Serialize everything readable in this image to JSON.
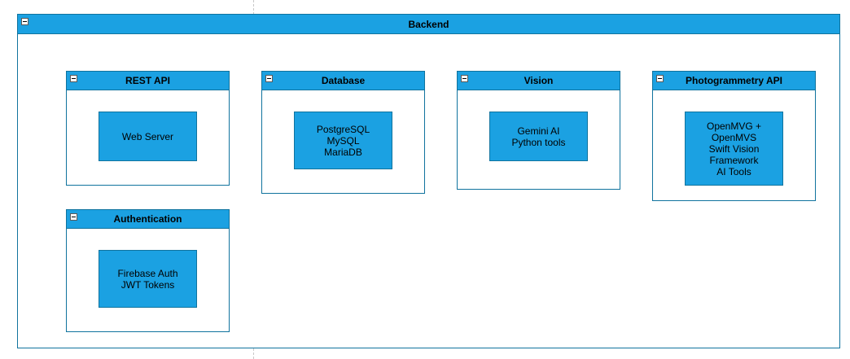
{
  "colors": {
    "header_fill": "#1ba1e2",
    "node_fill": "#1ba1e2",
    "stroke": "#10739e",
    "divider": "#c8c8c8"
  },
  "backend": {
    "title": "Backend"
  },
  "groups": {
    "rest_api": {
      "title": "REST API",
      "node": "Web Server"
    },
    "database": {
      "title": "Database",
      "node": "PostgreSQL\nMySQL\nMariaDB"
    },
    "vision": {
      "title": "Vision",
      "node": "Gemini AI\nPython tools"
    },
    "photogrammetry": {
      "title": "Photogrammetry API",
      "node": "OpenMVG +\nOpenMVS\nSwift Vision\nFramework\nAI Tools"
    },
    "authentication": {
      "title": "Authentication",
      "node": "Firebase Auth\nJWT Tokens"
    }
  }
}
